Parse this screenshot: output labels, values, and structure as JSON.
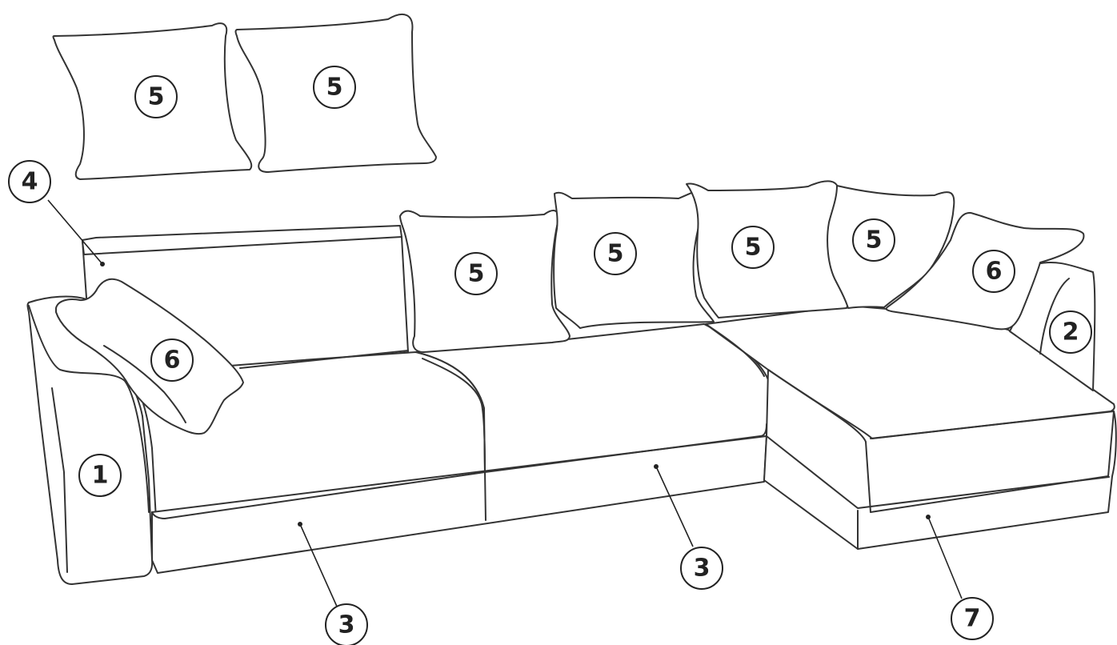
{
  "colors": {
    "line": "#333333",
    "background": "#ffffff"
  },
  "callouts": {
    "armrest_left": "1",
    "armrest_right": "2",
    "storage_left": "3",
    "storage_center": "3",
    "backrest": "4",
    "cushion_top_left": "5",
    "cushion_top_right": "5",
    "cushion_back_1": "5",
    "cushion_back_2": "5",
    "cushion_back_3": "5",
    "cushion_back_4": "5",
    "bolster_left": "6",
    "bolster_right": "6",
    "chaise_drawer": "7"
  }
}
